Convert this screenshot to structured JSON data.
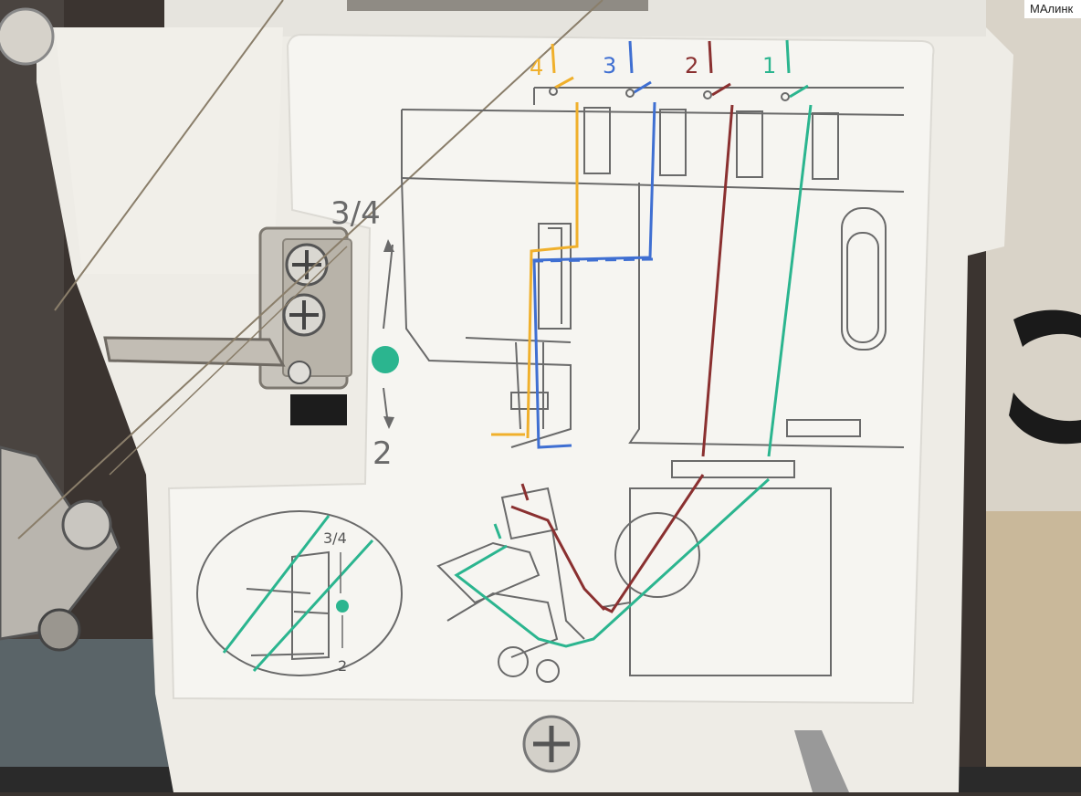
{
  "watermark": "МАлинк",
  "labels": {
    "thread_4": "4",
    "thread_3": "3",
    "thread_2": "2",
    "thread_1": "1",
    "setting_top": "3/4",
    "setting_bottom": "2",
    "inset_top": "3/4",
    "inset_bottom": "2"
  },
  "colors": {
    "thread_4": "#f0b02c",
    "thread_3": "#3f6fd2",
    "thread_2": "#8a3030",
    "thread_1": "#2bb58f",
    "line_art": "#6a6a6a",
    "panel": "#f6f5f1",
    "machine_body": "#eeece6"
  }
}
